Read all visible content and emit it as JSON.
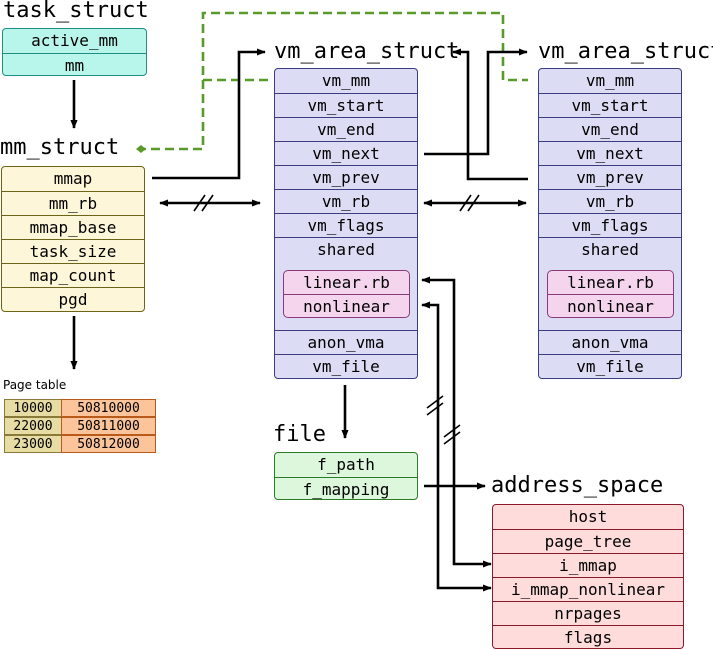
{
  "task_struct": {
    "title": "task_struct",
    "fields": [
      "active_mm",
      "mm"
    ]
  },
  "mm_struct": {
    "title": "mm_struct",
    "fields": [
      "mmap",
      "mm_rb",
      "mmap_base",
      "task_size",
      "map_count",
      "pgd"
    ]
  },
  "page_table": {
    "label": "Page table",
    "rows": [
      [
        "10000",
        "50810000"
      ],
      [
        "22000",
        "50811000"
      ],
      [
        "23000",
        "50812000"
      ]
    ]
  },
  "vma_left": {
    "title": "vm_area_struct",
    "fields": [
      "vm_mm",
      "vm_start",
      "vm_end",
      "vm_next",
      "vm_prev",
      "vm_rb",
      "vm_flags"
    ],
    "shared_label": "shared",
    "shared_fields": [
      "linear.rb",
      "nonlinear"
    ],
    "tail_fields": [
      "anon_vma",
      "vm_file"
    ]
  },
  "vma_right": {
    "title": "vm_area_struct",
    "fields": [
      "vm_mm",
      "vm_start",
      "vm_end",
      "vm_next",
      "vm_prev",
      "vm_rb",
      "vm_flags"
    ],
    "shared_label": "shared",
    "shared_fields": [
      "linear.rb",
      "nonlinear"
    ],
    "tail_fields": [
      "anon_vma",
      "vm_file"
    ]
  },
  "file": {
    "title": "file",
    "fields": [
      "f_path",
      "f_mapping"
    ]
  },
  "address_space": {
    "title": "address_space",
    "fields": [
      "host",
      "page_tree",
      "i_mmap",
      "i_mmap_nonlinear",
      "nrpages",
      "flags"
    ]
  },
  "colors": {
    "task_fill": "#b8f5ea",
    "task_border": "#1e8f80",
    "mm_fill": "#fef6d8",
    "mm_border": "#6e6418",
    "vma_fill": "#dcdcf4",
    "vma_border": "#3c3c80",
    "shared_fill": "#f5d4ee",
    "shared_border": "#8a3a7a",
    "file_fill": "#dcf7dc",
    "file_border": "#2a7a2a",
    "as_fill": "#fedcdc",
    "as_border": "#8a1a2a",
    "pt_addr_fill": "#e6dca4",
    "pt_addr_border": "#8a7a3a",
    "pt_val_fill": "#fbc49a",
    "pt_val_border": "#b85a1a",
    "dashed_link": "#5a9a2a"
  }
}
